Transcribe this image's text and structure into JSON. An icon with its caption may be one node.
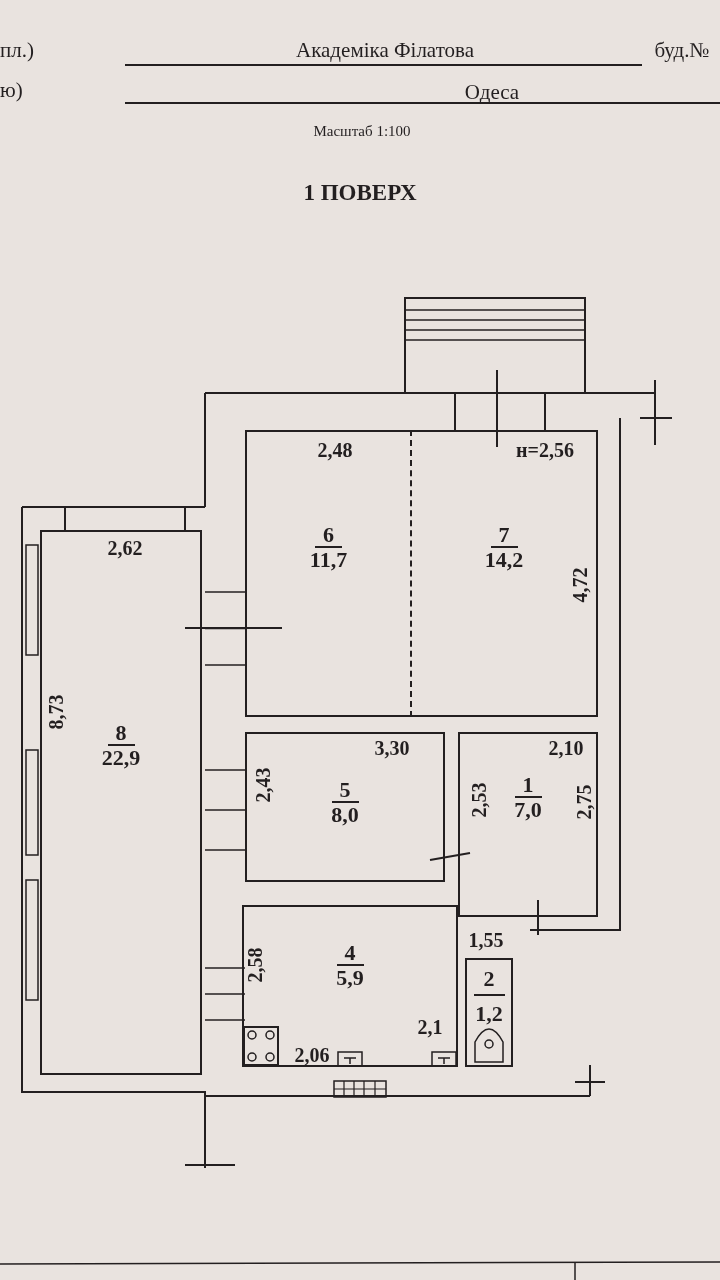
{
  "diagram": {
    "title": "1 ПОВЕРХ",
    "nodes": [
      {
        "text": [
          "6",
          "11,7"
        ]
      },
      {
        "text": [
          "7",
          "14,2"
        ]
      },
      {
        "text": [
          "8",
          "22,9"
        ]
      },
      {
        "text": [
          "5",
          "8,0"
        ]
      },
      {
        "text": [
          "1",
          "7,0"
        ]
      },
      {
        "text": [
          "4",
          "5,9"
        ]
      },
      {
        "text": [
          "2",
          "1,2"
        ]
      }
    ],
    "edges": [],
    "labels": [
      "пл.)",
      "Академіка Філатова",
      "буд.№",
      "ю)",
      "Одеса",
      "Масштаб 1:100",
      "2,48",
      "н=2,56",
      "2,62",
      "4,72",
      "8,73",
      "3,30",
      "2,10",
      "2,43",
      "2,53",
      "2,75",
      "2,58",
      "1,55",
      "2,06",
      "2,1"
    ]
  }
}
